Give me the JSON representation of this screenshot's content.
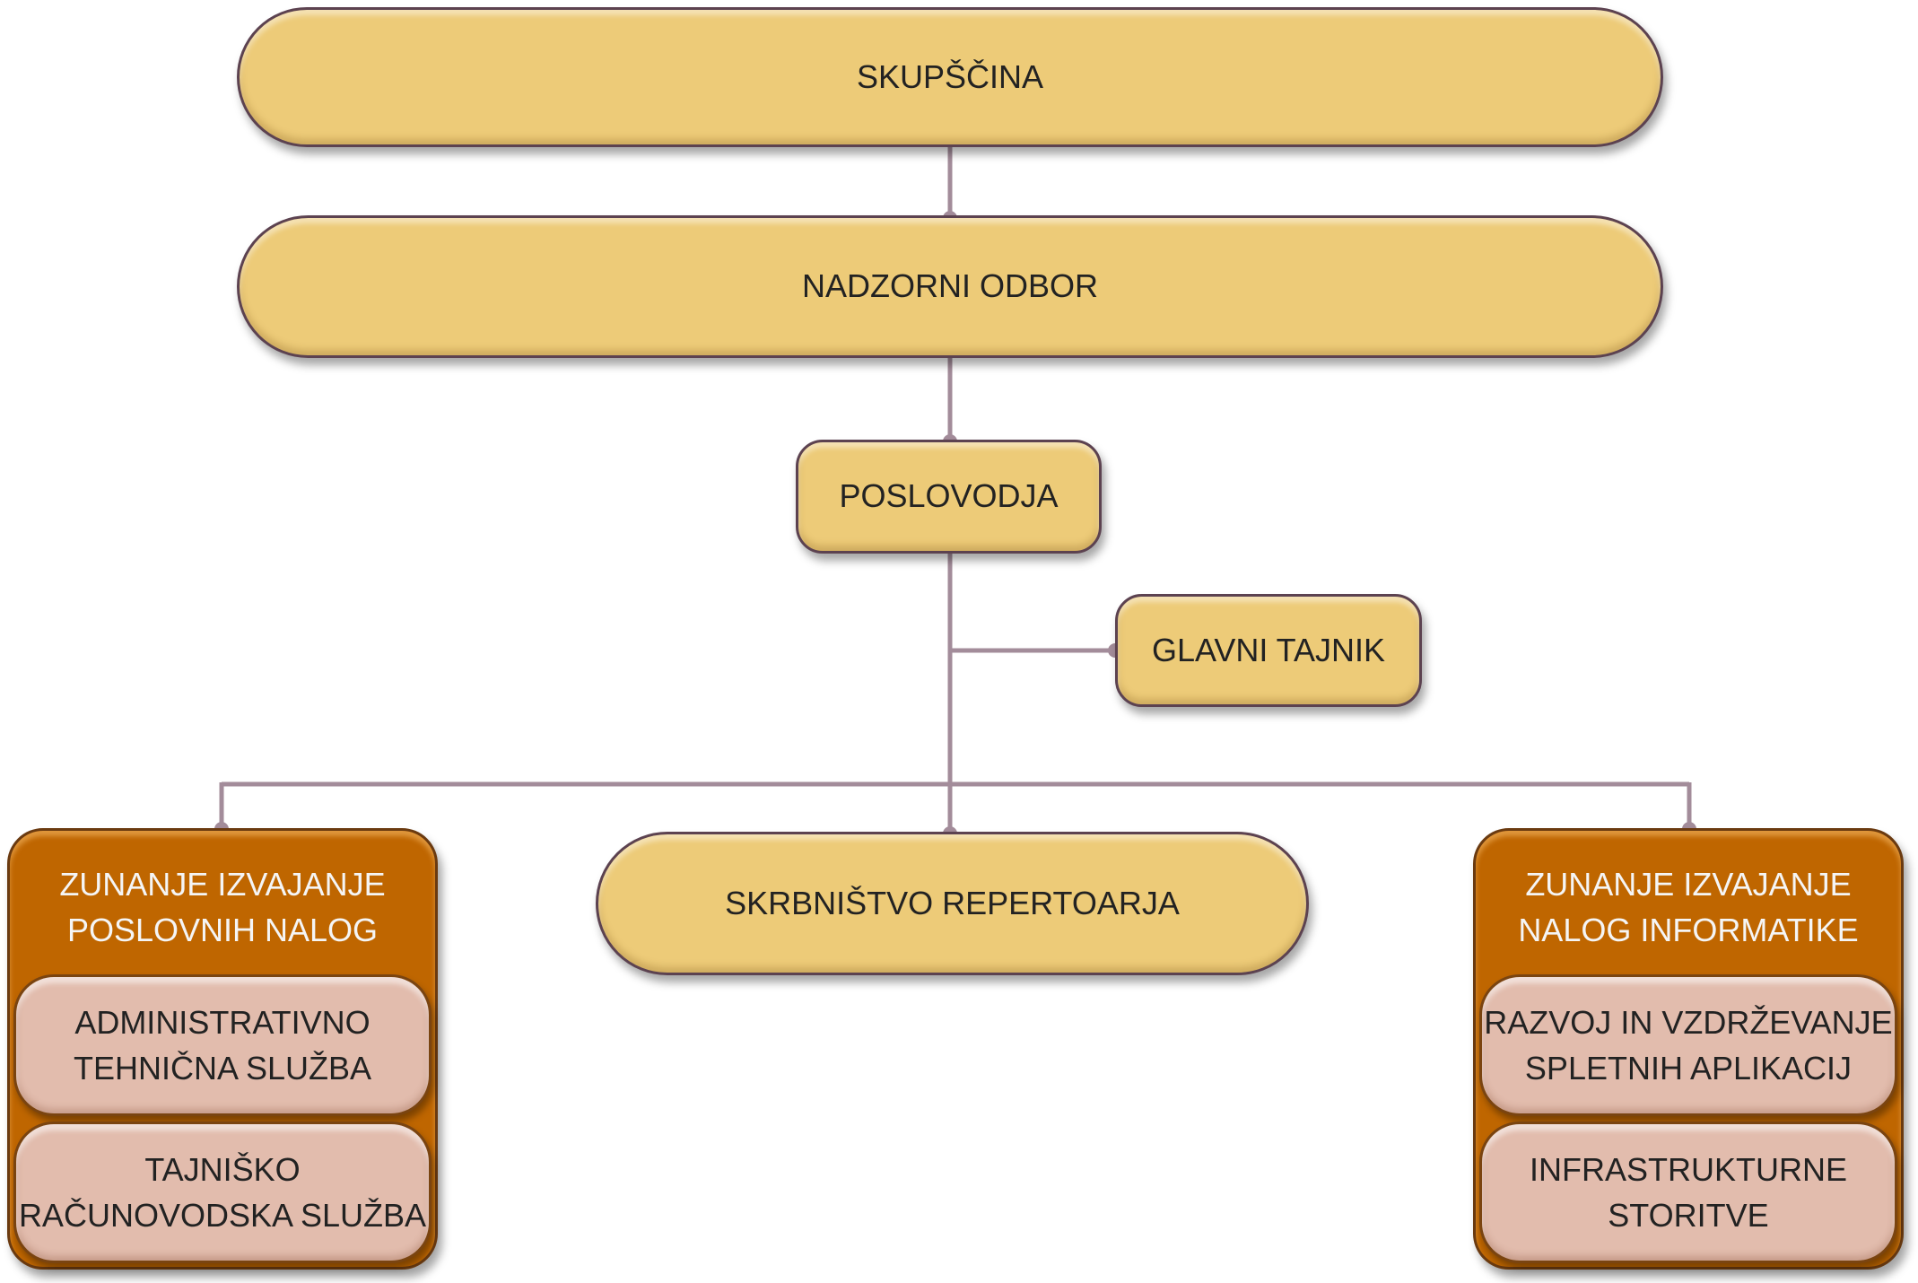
{
  "diagram": {
    "type": "organizational-chart",
    "colors": {
      "node_fill": "#EDCB78",
      "container_fill": "#BF6600",
      "subnode_fill": "#E2BCAD",
      "connector": "#A38C9A",
      "border": "#5C4250"
    },
    "nodes": {
      "skupscina": "SKUPŠČINA",
      "nadzorni_odbor": "NADZORNI ODBOR",
      "poslovodja": "POSLOVODJA",
      "glavni_tajnik": "GLAVNI TAJNIK",
      "skrbnistvo": "SKRBNIŠTVO REPERTOARJA"
    },
    "left_group": {
      "title": "ZUNANJE IZVAJANJE\nPOSLOVNIH NALOG",
      "items": [
        "ADMINISTRATIVNO\nTEHNIČNA SLUŽBA",
        "TAJNIŠKO\nRAČUNOVODSKA SLUŽBA"
      ]
    },
    "right_group": {
      "title": "ZUNANJE IZVAJANJE\nNALOG INFORMATIKE",
      "items": [
        "RAZVOJ IN VZDRŽEVANJE\nSPLETNIH APLIKACIJ",
        "INFRASTRUKTURNE\nSTORITVE"
      ]
    },
    "edges": [
      [
        "SKUPŠČINA",
        "NADZORNI ODBOR"
      ],
      [
        "NADZORNI ODBOR",
        "POSLOVODJA"
      ],
      [
        "POSLOVODJA",
        "GLAVNI TAJNIK"
      ],
      [
        "POSLOVODJA",
        "ZUNANJE IZVAJANJE POSLOVNIH NALOG"
      ],
      [
        "POSLOVODJA",
        "SKRBNIŠTVO REPERTOARJA"
      ],
      [
        "POSLOVODJA",
        "ZUNANJE IZVAJANJE NALOG INFORMATIKE"
      ]
    ]
  }
}
